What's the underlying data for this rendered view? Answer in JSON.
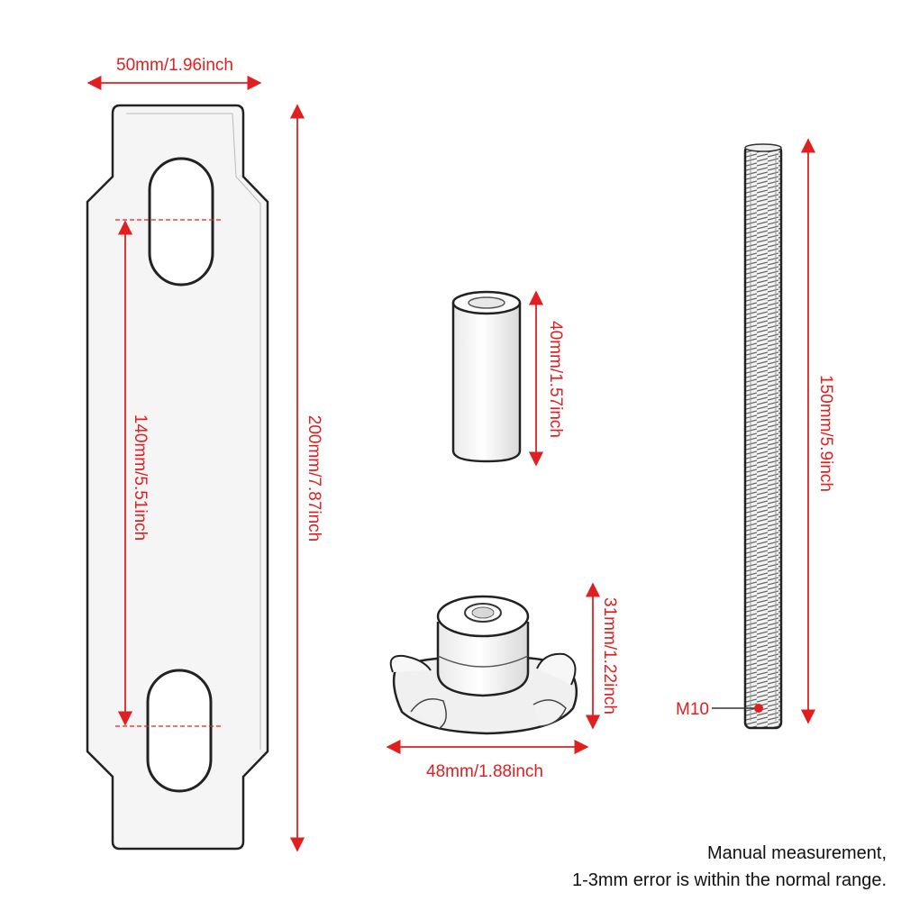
{
  "colors": {
    "dimension": "#e02020",
    "outline": "#222222",
    "part_fill": "#f4f4f4"
  },
  "parts": {
    "plate": {
      "width_label": "50mm/1.96inch",
      "height_label": "200mm/7.87inch",
      "slot_spacing_label": "140mm/5.51inch"
    },
    "spacer": {
      "length_label": "40mm/1.57inch"
    },
    "knob": {
      "height_label": "31mm/1.22inch",
      "diameter_label": "48mm/1.88inch"
    },
    "rod": {
      "length_label": "150mm/5.9inch",
      "thread_label": "M10"
    }
  },
  "note": {
    "line1": "Manual measurement,",
    "line2": "1-3mm error is within the normal range."
  }
}
